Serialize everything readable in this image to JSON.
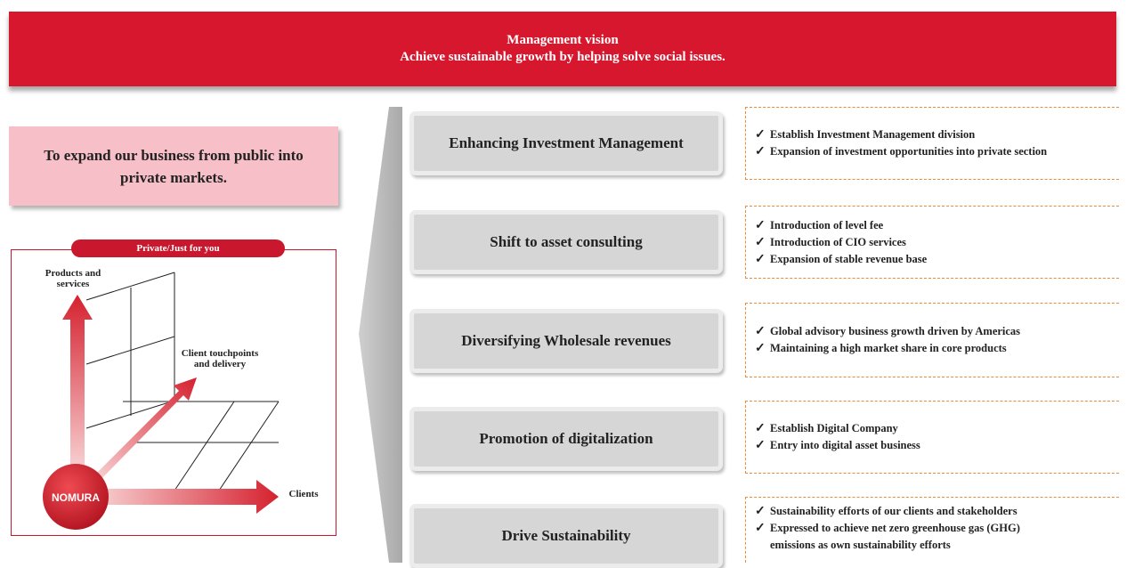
{
  "banner": {
    "title": "Management vision",
    "subtitle": "Achieve sustainable growth by helping solve social issues."
  },
  "goal": {
    "text": "To expand our business from public into private markets."
  },
  "diagram": {
    "title": "Private/Just for you",
    "axis_vertical": "Products and services",
    "axis_diagonal": "Client touchpoints and delivery",
    "axis_horizontal": "Clients",
    "logo_text": "NOMURA",
    "colors": {
      "accent": "#c9182e",
      "logo": "#d21d2c"
    }
  },
  "pillars": [
    {
      "label": "Enhancing Investment Management",
      "items": [
        "Establish Investment Management division",
        "Expansion of investment opportunities into private section"
      ]
    },
    {
      "label": "Shift to asset consulting",
      "items": [
        "Introduction of level fee",
        "Introduction of CIO services",
        "Expansion of stable revenue base"
      ]
    },
    {
      "label": "Diversifying Wholesale revenues",
      "items": [
        "Global advisory business growth driven by Americas",
        "Maintaining a high market share in core products"
      ]
    },
    {
      "label": "Promotion of digitalization",
      "items": [
        "Establish Digital Company",
        "Entry into digital asset business"
      ]
    },
    {
      "label": "Drive Sustainability",
      "items": [
        "Sustainability efforts of our clients and stakeholders",
        "Expressed to achieve net zero greenhouse gas (GHG)"
      ],
      "continuation": "emissions as own sustainability efforts"
    }
  ],
  "check_glyph": "✓",
  "colors": {
    "banner": "#d7172e",
    "goal_bg": "#f7bfc7",
    "pillar_bg": "#d6d6d6",
    "dash": "#ed8b3a"
  }
}
